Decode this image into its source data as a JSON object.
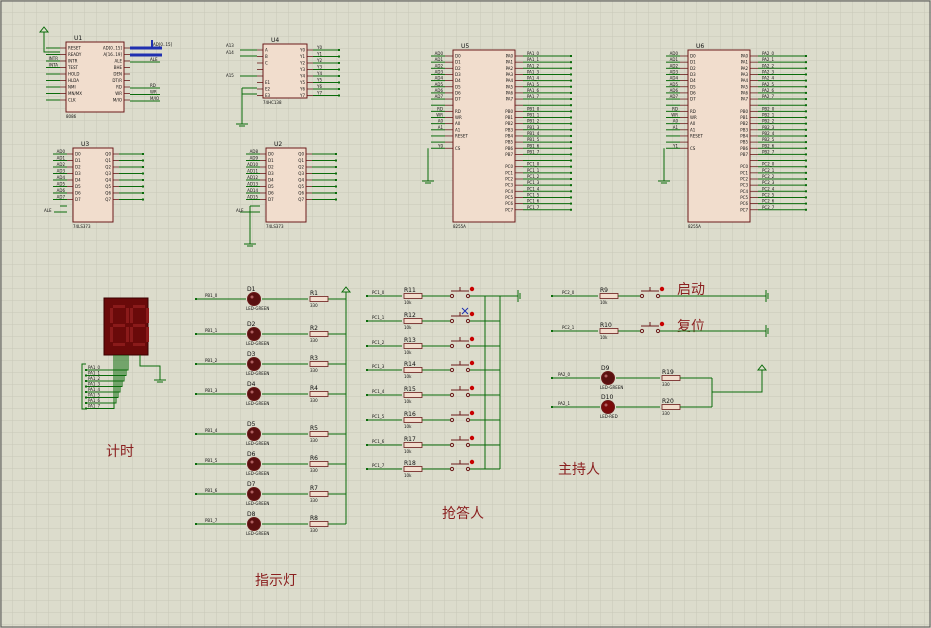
{
  "schematic": {
    "chips": {
      "u1": {
        "name": "U1",
        "part": "8086",
        "pins_left": [
          "RESET",
          "READY",
          "INTR",
          "TEST",
          "HOLD",
          "HLDA",
          "NMI",
          "MN/MX",
          "CLK"
        ],
        "pins_right": [
          "AD[0..15]",
          "A[16..19]",
          "ALE",
          "BHE",
          "DEN",
          "DT/R",
          "RD",
          "WR",
          "M/IO"
        ],
        "bus_label": "AD[0..15]"
      },
      "u3": {
        "name": "U3",
        "part": "74LS373",
        "pins_left": [
          "AD0",
          "AD1",
          "AD2",
          "AD3",
          "AD4",
          "AD5",
          "AD6",
          "AD7"
        ],
        "ctrl_label": "ALE"
      },
      "u4": {
        "name": "U4",
        "part": "74HC138",
        "pins_left": [
          "A13",
          "A14",
          "A15"
        ],
        "outputs": [
          "Y0",
          "Y1",
          "Y2",
          "Y3",
          "Y4",
          "Y5",
          "Y6",
          "Y7"
        ]
      },
      "u2": {
        "name": "U2",
        "part": "74LS373",
        "pins_left": [
          "AD8",
          "AD9",
          "AD10",
          "AD11",
          "AD12",
          "AD13",
          "AD14",
          "AD15"
        ],
        "ctrl_label": "ALE"
      },
      "u5": {
        "name": "U5",
        "part": "8255A",
        "pins_left": [
          "AD0",
          "AD1",
          "AD2",
          "AD3",
          "AD4",
          "AD5",
          "AD6",
          "AD7"
        ],
        "ctrl": [
          "RD",
          "WR",
          "A0",
          "A1",
          "RESET",
          "CS"
        ],
        "cs_net": "Y0",
        "pa": [
          "PA1_0",
          "PA1_1",
          "PA1_2",
          "PA1_3",
          "PA1_4",
          "PA1_5",
          "PA1_6",
          "PA1_7"
        ],
        "pb": [
          "PB1_0",
          "PB1_1",
          "PB1_2",
          "PB1_3",
          "PB1_4",
          "PB1_5",
          "PB1_6",
          "PB1_7"
        ],
        "pc": [
          "PC1_0",
          "PC1_1",
          "PC1_2",
          "PC1_3",
          "PC1_4",
          "PC1_5",
          "PC1_6",
          "PC1_7"
        ]
      },
      "u6": {
        "name": "U6",
        "part": "8255A",
        "pins_left": [
          "AD0",
          "AD1",
          "AD2",
          "AD3",
          "AD4",
          "AD5",
          "AD6",
          "AD7"
        ],
        "ctrl": [
          "RD",
          "WR",
          "A0",
          "A1",
          "RESET",
          "CS"
        ],
        "cs_net": "Y1",
        "pa": [
          "PA2_0",
          "PA2_1",
          "PA2_2",
          "PA2_3",
          "PA2_4",
          "PA2_5",
          "PA2_6",
          "PA2_7"
        ],
        "pb": [
          "PB2_0",
          "PB2_1",
          "PB2_2",
          "PB2_3",
          "PB2_4",
          "PB2_5",
          "PB2_6",
          "PB2_7"
        ],
        "pc": [
          "PC2_0",
          "PC2_1",
          "PC2_2",
          "PC2_3",
          "PC2_4",
          "PC2_5",
          "PC2_6",
          "PC2_7"
        ]
      }
    },
    "display": {
      "nets": [
        "PA1_0",
        "PA1_1",
        "PA1_2",
        "PA1_3",
        "PA1_4",
        "PA1_5",
        "PA1_6",
        "PA1_7"
      ],
      "caption": "计时"
    },
    "leds": {
      "caption": "指示灯",
      "rows": [
        {
          "net": "PB1_0",
          "d": "D1",
          "type": "LED-GREEN",
          "r": "R1",
          "rv": "330"
        },
        {
          "net": "PB1_1",
          "d": "D2",
          "type": "LED-GREEN",
          "r": "R2",
          "rv": "330"
        },
        {
          "net": "PB1_2",
          "d": "D3",
          "type": "LED-GREEN",
          "r": "R3",
          "rv": "330"
        },
        {
          "net": "PB1_3",
          "d": "D4",
          "type": "LED-GREEN",
          "r": "R4",
          "rv": "330"
        },
        {
          "net": "PB1_4",
          "d": "D5",
          "type": "LED-GREEN",
          "r": "R5",
          "rv": "330"
        },
        {
          "net": "PB1_5",
          "d": "D6",
          "type": "LED-GREEN",
          "r": "R6",
          "rv": "330"
        },
        {
          "net": "PB1_6",
          "d": "D7",
          "type": "LED-GREEN",
          "r": "R7",
          "rv": "330"
        },
        {
          "net": "PB1_7",
          "d": "D8",
          "type": "LED-GREEN",
          "r": "R8",
          "rv": "330"
        }
      ]
    },
    "buttons": {
      "caption": "抢答人",
      "rows": [
        {
          "net": "PC1_0",
          "r": "R11",
          "rv": "10k"
        },
        {
          "net": "PC1_1",
          "r": "R12",
          "rv": "10k"
        },
        {
          "net": "PC1_2",
          "r": "R13",
          "rv": "10k"
        },
        {
          "net": "PC1_3",
          "r": "R14",
          "rv": "10k"
        },
        {
          "net": "PC1_4",
          "r": "R15",
          "rv": "10k"
        },
        {
          "net": "PC1_5",
          "r": "R16",
          "rv": "10k"
        },
        {
          "net": "PC1_6",
          "r": "R17",
          "rv": "10k"
        },
        {
          "net": "PC1_7",
          "r": "R18",
          "rv": "10k"
        }
      ]
    },
    "host": {
      "caption": "主持人",
      "start": {
        "net": "PC2_0",
        "r": "R9",
        "rv": "10k",
        "label": "启动"
      },
      "reset": {
        "net": "PC2_1",
        "r": "R10",
        "rv": "10k",
        "label": "复位"
      },
      "leds": [
        {
          "net": "PA2_0",
          "d": "D9",
          "type": "LED-GREEN",
          "r": "R19",
          "rv": "330"
        },
        {
          "net": "PA2_1",
          "d": "D10",
          "type": "LED-RED",
          "r": "R20",
          "rv": "330"
        }
      ]
    }
  },
  "colors": {
    "background": "#dcdccc",
    "grid": "#c8c8b8",
    "wire": "#0a6b0a",
    "body": "#f1ddcd",
    "outline": "#6b1a1a",
    "text": "#101010",
    "caption": "#8b2020",
    "led_green": "#5a1010",
    "led_red": "#7a0a0a",
    "bus": "#2030b0",
    "pin_dot": "#c80000"
  }
}
